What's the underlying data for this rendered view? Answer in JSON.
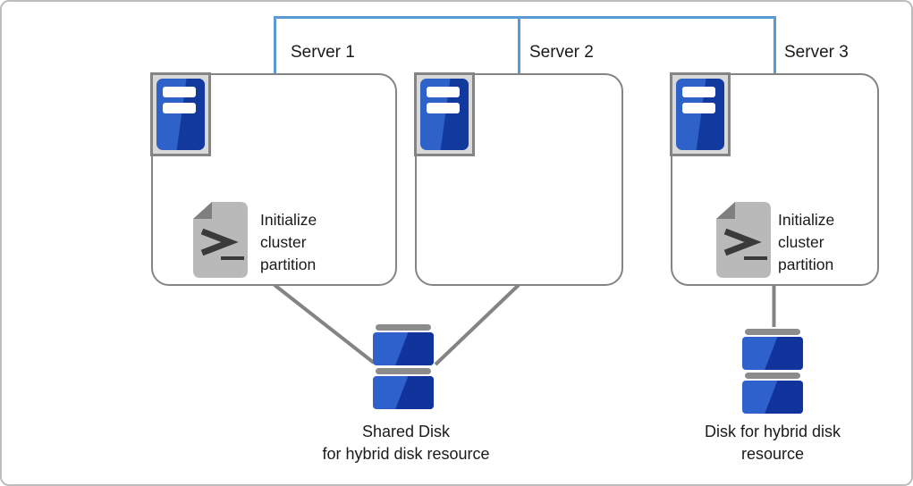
{
  "colors": {
    "network_line": "#5b9bd5",
    "connector_line": "#848484",
    "box_border": "#848484",
    "server_icon_frame": "#d9d9d9",
    "server_icon_blue": "#2e62c8",
    "server_icon_blue_dark": "#123a9e",
    "disk_blue": "#2e61cc",
    "disk_blue_dark": "#10349c",
    "disk_cap": "#8c8c8c",
    "script_body": "#b9b9b9",
    "script_fold": "#7f7f7f",
    "text": "#1a1a1a"
  },
  "servers": [
    {
      "label": "Server 1",
      "script_note": "Initialize cluster partition"
    },
    {
      "label": "Server 2"
    },
    {
      "label": "Server 3",
      "script_note": "Initialize cluster partition"
    }
  ],
  "disks": {
    "shared": {
      "caption_line1": "Shared Disk",
      "caption_line2": "for hybrid disk resource"
    },
    "hybrid": {
      "caption_line1": "Disk for hybrid disk",
      "caption_line2": "resource"
    }
  }
}
